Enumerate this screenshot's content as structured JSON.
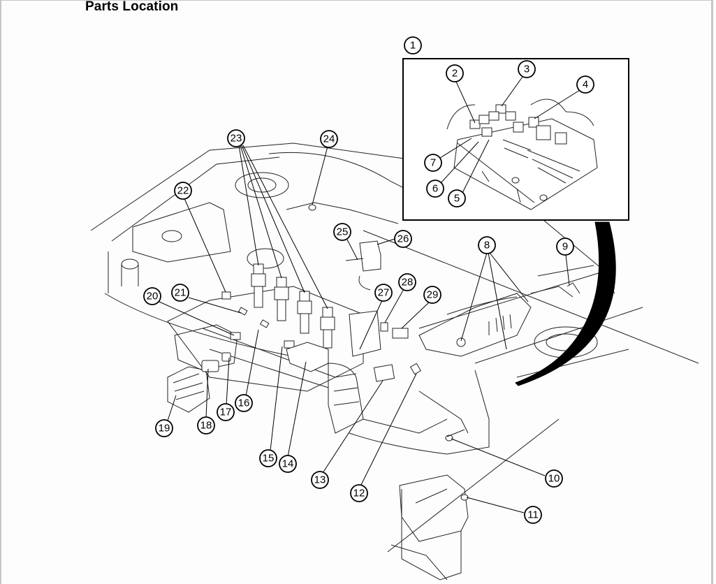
{
  "page": {
    "title": "Parts Location"
  },
  "diagram": {
    "inset_label": "1",
    "callouts": [
      {
        "id": "1"
      },
      {
        "id": "2"
      },
      {
        "id": "3"
      },
      {
        "id": "4"
      },
      {
        "id": "5"
      },
      {
        "id": "6"
      },
      {
        "id": "7"
      },
      {
        "id": "8"
      },
      {
        "id": "9"
      },
      {
        "id": "10"
      },
      {
        "id": "11"
      },
      {
        "id": "12"
      },
      {
        "id": "13"
      },
      {
        "id": "14"
      },
      {
        "id": "15"
      },
      {
        "id": "16"
      },
      {
        "id": "17"
      },
      {
        "id": "18"
      },
      {
        "id": "19"
      },
      {
        "id": "20"
      },
      {
        "id": "21"
      },
      {
        "id": "22"
      },
      {
        "id": "23"
      },
      {
        "id": "24"
      },
      {
        "id": "25"
      },
      {
        "id": "26"
      },
      {
        "id": "27"
      },
      {
        "id": "28"
      },
      {
        "id": "29"
      }
    ]
  }
}
